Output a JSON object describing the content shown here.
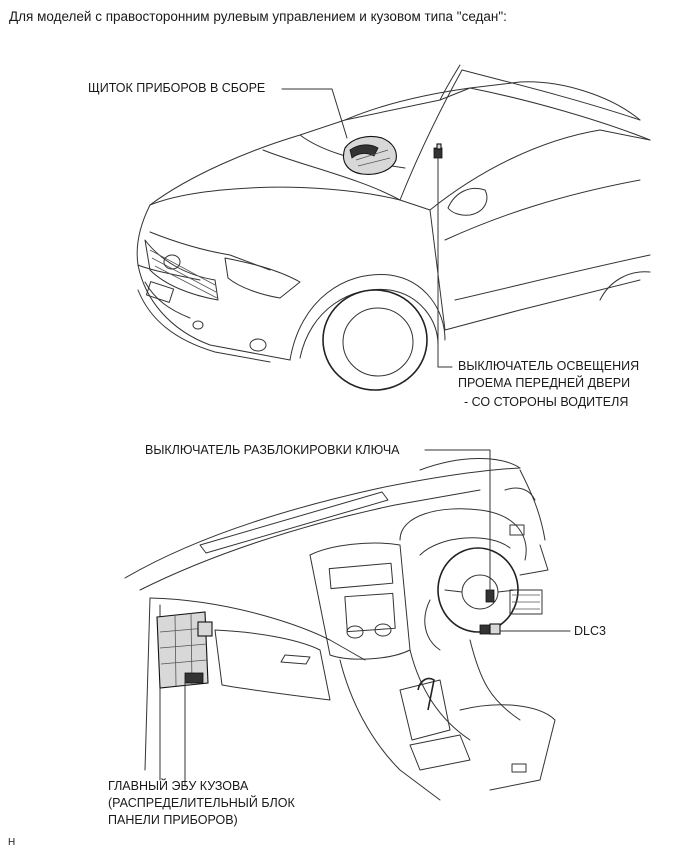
{
  "heading": "Для моделей с правосторонним рулевым управлением и кузовом типа \"седан\":",
  "labels": {
    "combination_meter": "ЩИТОК ПРИБОРОВ В СБОРЕ",
    "door_switch_line1": "ВЫКЛЮЧАТЕЛЬ ОСВЕЩЕНИЯ",
    "door_switch_line2": "ПРОЕМА ПЕРЕДНЕЙ ДВЕРИ",
    "door_switch_line3": "- СО СТОРОНЫ ВОДИТЕЛЯ",
    "key_unlock_switch": "ВЫКЛЮЧАТЕЛЬ РАЗБЛОКИРОВКИ КЛЮЧА",
    "dlc3": "DLC3",
    "ecu_line1": "ГЛАВНЫЙ ЭБУ КУЗОВА",
    "ecu_line2": "(РАСПРЕДЕЛИТЕЛЬНЫЙ БЛОК",
    "ecu_line3": "ПАНЕЛИ ПРИБОРОВ)",
    "corner_mark": "H"
  }
}
